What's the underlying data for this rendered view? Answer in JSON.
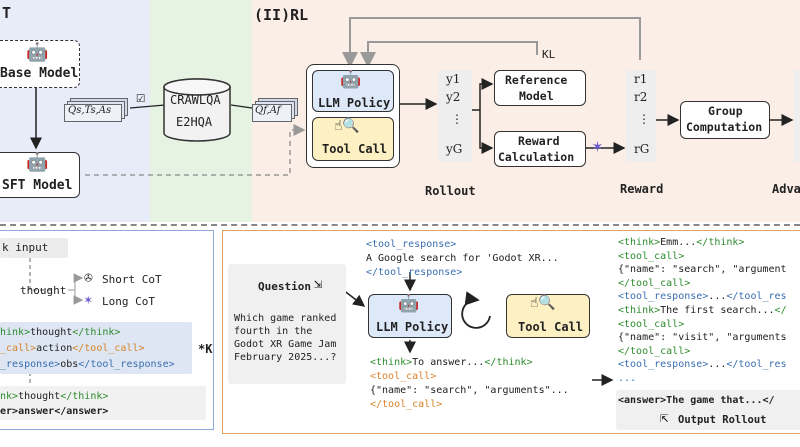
{
  "top": {
    "sft_label": "T",
    "rl_label": "(II)RL",
    "base_model": "Base Model",
    "sft_model": "SFT Model",
    "db_line1": "CRAWLQA",
    "db_line2": "E2HQA",
    "qsa": "Qs,Ts,As",
    "qfaf": "Qf,Af",
    "llm_policy": "LLM Policy",
    "tool_call": "Tool Call",
    "y1": "y1",
    "y2": "y2",
    "ydots": "⋮",
    "yG": "yG",
    "reference_model": [
      "Reference",
      "Model"
    ],
    "reward_calc": [
      "Reward",
      "Calculation"
    ],
    "kl": "KL",
    "r1": "r1",
    "r2": "r2",
    "rdots": "⋮",
    "rG": "rG",
    "group_comp": [
      "Group",
      "Computation"
    ],
    "rollout": "Rollout",
    "reward": "Reward",
    "adv": "Adva"
  },
  "bottom_left": {
    "input": "k input",
    "thought": "thought",
    "short_cot": "Short CoT",
    "long_cot": "Long CoT",
    "line1": [
      "hink>",
      "thought",
      "</think>"
    ],
    "line2": [
      "_call>",
      "action",
      "</tool_call>"
    ],
    "line3": [
      "_response>",
      "obs",
      "</tool_response>"
    ],
    "k_mark": "*K",
    "line4": [
      "nk>",
      "thought",
      "</think>"
    ],
    "line5": [
      "er>",
      "answer",
      "</answer>"
    ]
  },
  "bottom_mid": {
    "question_label": "Question",
    "question_text": [
      "Which game ranked",
      "fourth in the",
      "Godot XR Game Jam",
      "February 2025...?"
    ],
    "resp_open": "<tool_response>",
    "resp_text": "A Google search for 'Godot XR...",
    "resp_close": "</tool_response>",
    "llm_policy": "LLM Policy",
    "tool_call": "Tool Call",
    "think_open": "<think>",
    "think_text": "To answer...",
    "think_close": "</think>",
    "call_open": "<tool_call>",
    "call_text": "{\"name\": \"search\", \"arguments\"...",
    "call_close": "</tool_call>"
  },
  "bottom_right": {
    "lines": [
      {
        "parts": [
          [
            "green",
            "<think>"
          ],
          [
            "dark",
            "Emm..."
          ],
          [
            "green",
            "</think>"
          ]
        ]
      },
      {
        "parts": [
          [
            "green",
            "<tool_call>"
          ]
        ]
      },
      {
        "parts": [
          [
            "dark",
            "{\"name\": \"search\", \"argument"
          ]
        ]
      },
      {
        "parts": [
          [
            "green",
            "</tool_call>"
          ]
        ]
      },
      {
        "parts": [
          [
            "blue",
            "<tool_response>"
          ],
          [
            "dark",
            "..."
          ],
          [
            "blue",
            "</tool_res"
          ]
        ]
      },
      {
        "parts": [
          [
            "green",
            "<think>"
          ],
          [
            "dark",
            "The first search..."
          ],
          [
            "green",
            "</"
          ]
        ]
      },
      {
        "parts": [
          [
            "green",
            "<tool_call>"
          ]
        ]
      },
      {
        "parts": [
          [
            "dark",
            "{\"name\": \"visit\", \"arguments"
          ]
        ]
      },
      {
        "parts": [
          [
            "green",
            "</tool_call>"
          ]
        ]
      },
      {
        "parts": [
          [
            "blue",
            "<tool_response>"
          ],
          [
            "dark",
            "..."
          ],
          [
            "blue",
            "</tool_res"
          ]
        ]
      },
      {
        "parts": [
          [
            "blue",
            "..."
          ]
        ]
      }
    ],
    "answer": [
      "<answer>",
      "The game that...",
      "</"
    ],
    "output": "Output Rollout"
  },
  "colors": {
    "sft_bg": "#e8ecf8",
    "data_bg": "#e6f2e2",
    "rl_bg": "#fbeee6",
    "policy_fill": "#dde8f8",
    "tool_fill": "#fdf0c2",
    "left_border": "#8fa8d8",
    "right_border": "#e0a060"
  }
}
